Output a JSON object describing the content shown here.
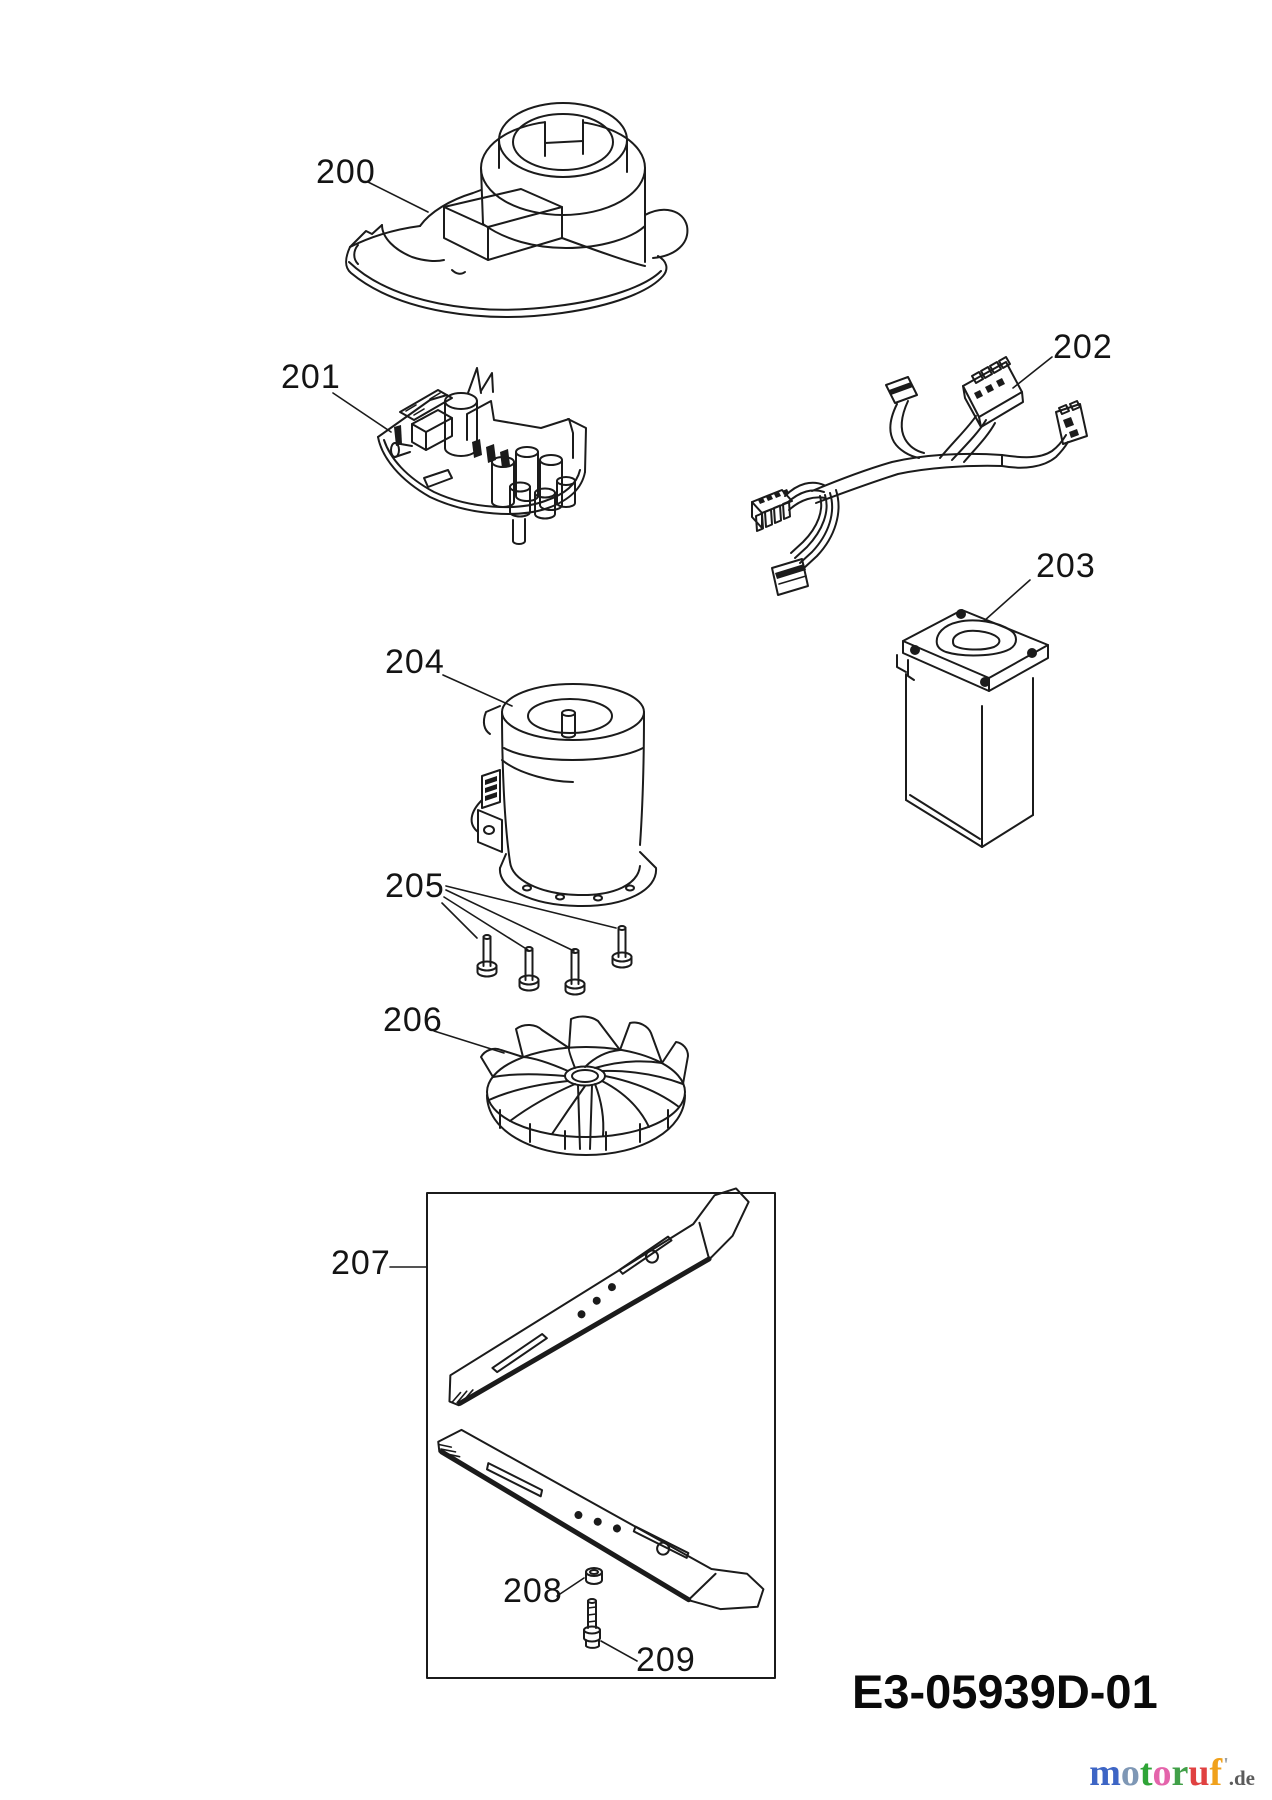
{
  "background": "#ffffff",
  "line_color": "#1b1b1b",
  "diagram": {
    "drawing_code": "E3-05939D-01",
    "callouts": [
      {
        "label": "200"
      },
      {
        "label": "201"
      },
      {
        "label": "202"
      },
      {
        "label": "203"
      },
      {
        "label": "204"
      },
      {
        "label": "205"
      },
      {
        "label": "206"
      },
      {
        "label": "207"
      },
      {
        "label": "208"
      },
      {
        "label": "209"
      }
    ]
  },
  "watermark": {
    "letters": [
      {
        "char": "m",
        "color": "#3d65c5"
      },
      {
        "char": "o",
        "color": "#7e97b5"
      },
      {
        "char": "t",
        "color": "#2fa437"
      },
      {
        "char": "o",
        "color": "#e464ab"
      },
      {
        "char": "r",
        "color": "#41a048"
      },
      {
        "char": "u",
        "color": "#e04141"
      },
      {
        "char": "f",
        "color": "#f0a11c"
      }
    ],
    "tick": "'",
    "tick_color": "#9aa0a6",
    "suffix": ".de",
    "suffix_color": "#5b5b5b"
  }
}
